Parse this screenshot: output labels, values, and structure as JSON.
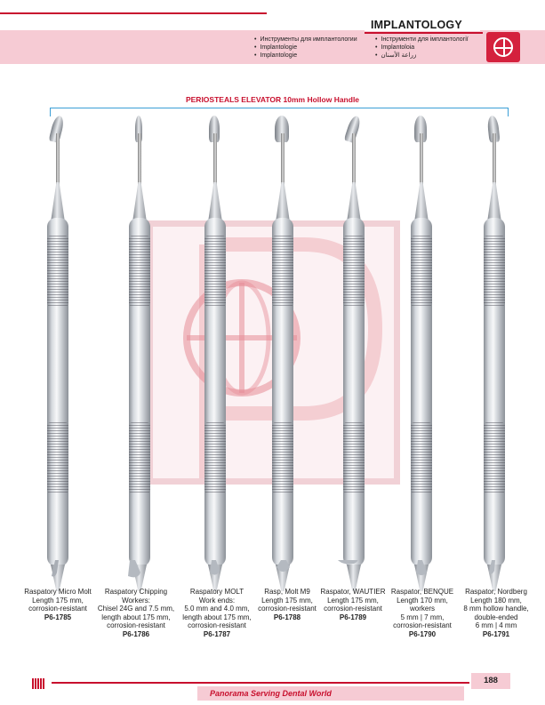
{
  "header": {
    "title": "IMPLANTOLOGY",
    "languages_left": [
      "Инструменты для имплантологии",
      "Implantologie",
      "Implantologie"
    ],
    "languages_right": [
      "Інструменти для імплантології",
      "Implantoloia",
      "زراعة الأسنان"
    ]
  },
  "section": {
    "title": "PERIOSTEALS ELEVATOR 10mm Hollow Handle"
  },
  "products": [
    {
      "lines": [
        "Raspatory Micro Molt",
        "Length 175 mm,",
        "corrosion-resistant"
      ],
      "code": "P6-1785"
    },
    {
      "lines": [
        "Raspatory Chipping",
        "Workers:",
        "Chisel 24G and 7.5 mm,",
        "length about 175 mm,",
        "corrosion-resistant"
      ],
      "code": "P6-1786"
    },
    {
      "lines": [
        "Raspatory MOLT",
        "Work ends:",
        "5.0 mm and 4.0 mm,",
        "length about 175 mm,",
        "corrosion-resistant"
      ],
      "code": "P6-1787"
    },
    {
      "lines": [
        "Rasp, Molt M9",
        "Length 175 mm,",
        "corrosion-resistant"
      ],
      "code": "P6-1788"
    },
    {
      "lines": [
        "Raspator, WAUTIER",
        "Length 175 mm,",
        "corrosion-resistant"
      ],
      "code": "P6-1789"
    },
    {
      "lines": [
        "Raspator, BENQUE",
        "Length 170 mm,",
        "workers",
        "5 mm | 7 mm,",
        "corrosion-resistant"
      ],
      "code": "P6-1790"
    },
    {
      "lines": [
        "Raspator, Nordberg",
        "Length 180 mm,",
        "8 mm hollow handle,",
        "double-ended",
        "6 mm | 4 mm"
      ],
      "code": "P6-1791"
    }
  ],
  "footer": {
    "tagline": "Panorama Serving Dental World",
    "page_number": "188"
  },
  "colors": {
    "accent": "#c8102e",
    "band": "#f6cbd4",
    "bracket": "#3a9ed6"
  },
  "icons": {
    "logo": "globe-p-logo-icon"
  }
}
